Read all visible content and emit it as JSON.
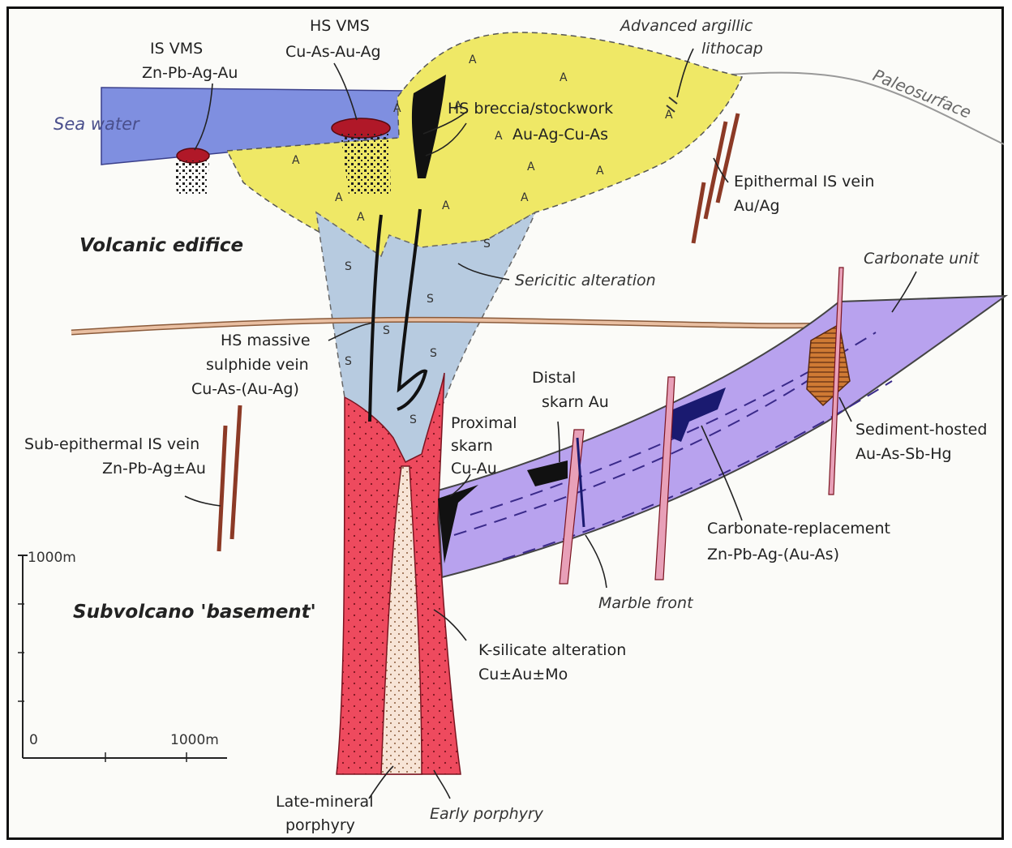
{
  "labels": {
    "is_vms_1": "IS VMS",
    "is_vms_2": "Zn-Pb-Ag-Au",
    "hs_vms_1": "HS VMS",
    "hs_vms_2": "Cu-As-Au-Ag",
    "lithocap_1": "Advanced argillic",
    "lithocap_2": "lithocap",
    "paleosurface": "Paleosurface",
    "sea_water": "Sea water",
    "hs_breccia_1": "HS breccia/stockwork",
    "hs_breccia_2": "Au-Ag-Cu-As",
    "epi_is_1": "Epithermal IS vein",
    "epi_is_2": "Au/Ag",
    "volcanic_edifice": "Volcanic edifice",
    "sericitic": "Sericitic alteration",
    "carbonate_unit": "Carbonate unit",
    "hs_massive_1": "HS massive",
    "hs_massive_2": "sulphide vein",
    "hs_massive_3": "Cu-As-(Au-Ag)",
    "distal_1": "Distal",
    "distal_2": "skarn Au",
    "proximal_1": "Proximal",
    "proximal_2": "skarn",
    "proximal_3": "Cu-Au",
    "sub_epi_1": "Sub-epithermal IS vein",
    "sub_epi_2": "Zn-Pb-Ag±Au",
    "sediment_1": "Sediment-hosted",
    "sediment_2": "Au-As-Sb-Hg",
    "carb_repl_1": "Carbonate-replacement",
    "carb_repl_2": "Zn-Pb-Ag-(Au-As)",
    "marble_front": "Marble front",
    "subvolcano": "Subvolcano 'basement'",
    "k_silicate_1": "K-silicate alteration",
    "k_silicate_2": "Cu±Au±Mo",
    "late_mineral_1": "Late-mineral",
    "late_mineral_2": "porphyry",
    "early_porphyry": "Early porphyry"
  },
  "symbols": {
    "argillic": "A",
    "sericitic": "S"
  },
  "scale_bar": {
    "vertical_label": "1000m",
    "origin_label": "0",
    "horizontal_label": "1000m"
  },
  "colors": {
    "lithocap_yellow": "#efe866",
    "sericitic_blue": "#b7cbe0",
    "sea_blue": "#7f8fe0",
    "porphyry_red": "#ee4a5e",
    "late_porphyry": "#f7e4d6",
    "carbonate_purple": "#b8a2ee",
    "sediment_orange": "#cf7a34",
    "vein_brown": "#8c3a26",
    "massive_black": "#111111",
    "contact_tan": "#e9bfa2"
  }
}
